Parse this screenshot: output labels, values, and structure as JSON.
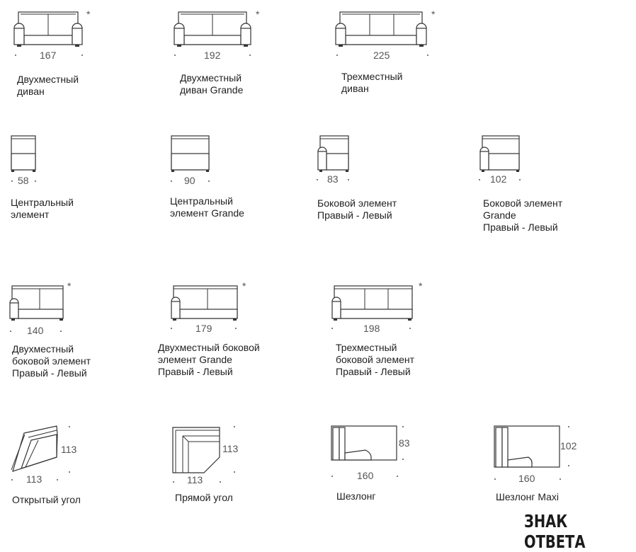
{
  "items": [
    {
      "id": "two-seat-sofa",
      "star": "*",
      "dims": [
        "167"
      ],
      "label": [
        "Двухместный",
        "диван"
      ]
    },
    {
      "id": "two-seat-sofa-grande",
      "star": "*",
      "dims": [
        "192"
      ],
      "label": [
        "Двухместный",
        "диван Grande"
      ]
    },
    {
      "id": "three-seat-sofa",
      "star": "*",
      "dims": [
        "225"
      ],
      "label": [
        "Трехместный",
        "диван"
      ]
    },
    {
      "id": "central-element",
      "dims": [
        "58"
      ],
      "label": [
        "Центральный",
        "элемент"
      ]
    },
    {
      "id": "central-element-grande",
      "dims": [
        "90"
      ],
      "label": [
        "Центральный",
        "элемент Grande"
      ]
    },
    {
      "id": "side-element",
      "dims": [
        "83"
      ],
      "label": [
        "Боковой элемент",
        "Правый - Левый"
      ]
    },
    {
      "id": "side-element-grande",
      "dims": [
        "102"
      ],
      "label": [
        "Боковой элемент",
        "Grande",
        "Правый - Левый"
      ]
    },
    {
      "id": "two-seat-side-element",
      "star": "*",
      "dims": [
        "140"
      ],
      "label": [
        "Двухместный",
        "боковой элемент",
        "Правый - Левый"
      ]
    },
    {
      "id": "two-seat-side-element-grande",
      "star": "*",
      "dims": [
        "179"
      ],
      "label": [
        "Двухместный боковой",
        "элемент Grande",
        "Правый - Левый"
      ]
    },
    {
      "id": "three-seat-side-element",
      "star": "*",
      "dims": [
        "198"
      ],
      "label": [
        "Трехместный",
        "боковой элемент",
        "Правый - Левый"
      ]
    },
    {
      "id": "open-corner",
      "dims": [
        "113",
        "113"
      ],
      "label": [
        "Открытый угол"
      ]
    },
    {
      "id": "right-corner",
      "dims": [
        "113",
        "113"
      ],
      "label": [
        "Прямой угол"
      ]
    },
    {
      "id": "chaise-longue",
      "dims": [
        "83",
        "160"
      ],
      "label": [
        "Шезлонг"
      ]
    },
    {
      "id": "chaise-longue-maxi",
      "dims": [
        "102",
        "160"
      ],
      "label": [
        "Шезлонг Maxi"
      ]
    }
  ],
  "logo": "ЗНАК ОТВЕТА"
}
